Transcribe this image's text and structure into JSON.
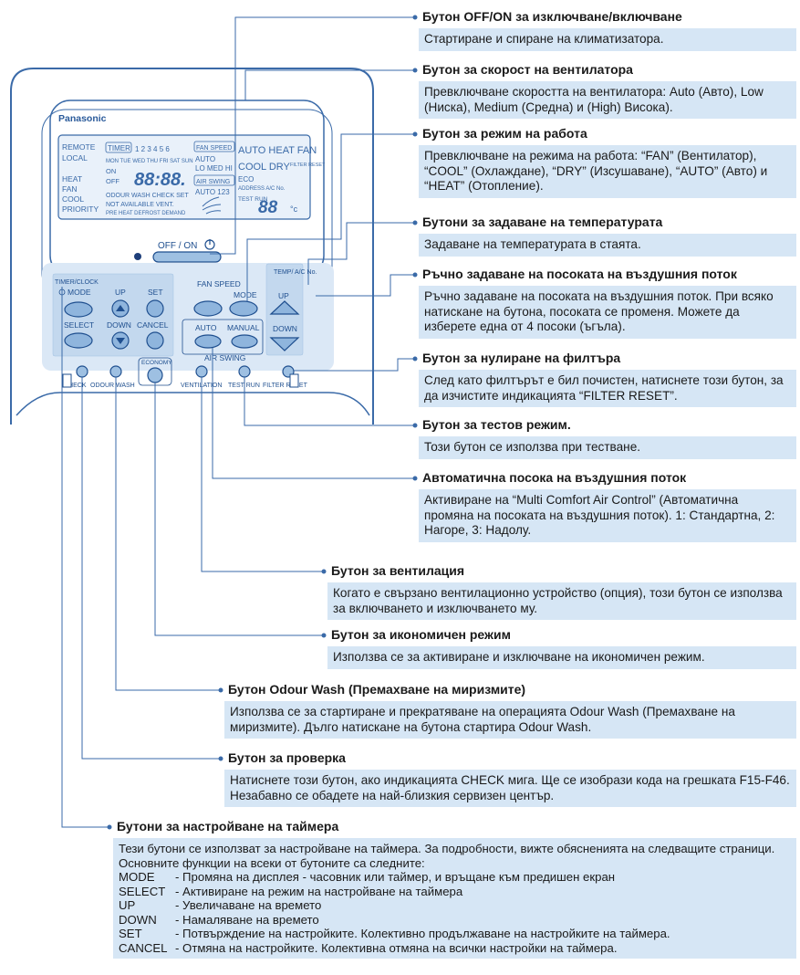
{
  "colors": {
    "accent": "#3a6aa8",
    "box_fill": "#d6e6f5",
    "device_fill": "#dbe8f6"
  },
  "device": {
    "brand": "Panasonic",
    "lcd": {
      "remote": "REMOTE",
      "local": "LOCAL",
      "heat": "HEAT",
      "fan": "FAN",
      "cool": "COOL",
      "priority": "PRIORITY",
      "timer": "TIMER",
      "timer_numbers": "1 2 3 4 5 6",
      "days": "MON TUE WED THU FRI SAT SUN",
      "on": "ON",
      "off": "OFF",
      "clock": "88:88.",
      "odour_line": "ODOUR WASH CHECK SET",
      "not_avail": "NOT AVAILABLE VENT.",
      "preheat": "PRE HEAT DEFROST DEMAND",
      "fan_speed": "FAN SPEED",
      "auto": "AUTO",
      "lo_med_hi": "LO MED HI",
      "air_swing": "AIR SWING",
      "auto123": "AUTO 123",
      "modes_line1": "AUTO HEAT FAN",
      "modes_line2": "COOL DRY",
      "filter_reset": "FILTER RESET",
      "eco": "ECO",
      "address": "ADDRESS A/C No.",
      "test_run": "TEST RUN",
      "temp": "88",
      "celsius": "°c"
    },
    "buttons": {
      "offon": "OFF / ON",
      "timer_clock": "TIMER/CLOCK",
      "mode_left": "MODE",
      "up": "UP",
      "set": "SET",
      "select": "SELECT",
      "down": "DOWN",
      "cancel": "CANCEL",
      "fan_speed": "FAN SPEED",
      "mode": "MODE",
      "temp": "TEMP/ A/C No.",
      "temp_up": "UP",
      "temp_down": "DOWN",
      "auto": "AUTO",
      "manual": "MANUAL",
      "air_swing": "AIR SWING",
      "check": "CHECK",
      "odour_wash": "ODOUR WASH",
      "economy": "ECONOMY",
      "ventilation": "VENTILATION",
      "test_run": "TEST RUN",
      "filter_reset": "FILTER RESET"
    }
  },
  "callouts": {
    "offon": {
      "title": "Бутон OFF/ON за изключване/включване",
      "desc": "Стартиране и спиране на климатизатора."
    },
    "fan_speed": {
      "title": "Бутон за скорост на вентилатора",
      "desc": "Превключване скоростта на вентилатора: Auto (Авто), Low (Ниска), Medium (Средна) и (High) Висока)."
    },
    "mode": {
      "title": "Бутон за режим на работа",
      "desc": "Превключване на режима на работа: “FAN” (Вентилатор), “COOL” (Охлаждане), “DRY” (Изсушаване), “AUTO” (Авто) и “HEAT” (Отопление)."
    },
    "temp": {
      "title": "Бутони за задаване на температурата",
      "desc": "Задаване на температурата в стаята."
    },
    "manual_swing": {
      "title": "Ръчно задаване на посоката на въздушния поток",
      "desc": "Ръчно задаване на посоката на въздушния поток. При всяко натискане на бутона, посоката се променя. Можете да изберете една от 4 посоки (ъгъла)."
    },
    "filter": {
      "title": "Бутон за нулиране на филтъра",
      "desc": "След като филтърът е бил почистен, натиснете този бутон, за да изчистите индикацията “FILTER RESET”."
    },
    "test": {
      "title": "Бутон за тестов режим.",
      "desc": "Този бутон се използва при тестване."
    },
    "auto_swing": {
      "title": "Автоматична посока на въздушния поток",
      "desc": "Активиране на “Multi Comfort Air Control” (Автоматична промяна на посоката на въздушния поток). 1: Стандартна, 2: Нагоре, 3: Надолу."
    },
    "ventilation": {
      "title": "Бутон за вентилация",
      "desc": "Когато е свързано вентилационно устройство (опция), този бутон се използва за включването и изключването му."
    },
    "economy": {
      "title": "Бутон за икономичен режим",
      "desc": "Използва се за активиране и изключване на икономичен режим."
    },
    "odour": {
      "title": "Бутон Odour Wash (Премахване на миризмите)",
      "desc": "Използва се за стартиране и прекратяване на операцията Odour Wash (Премахване на миризмите). Дълго натискане на бутона стартира Odour Wash."
    },
    "check": {
      "title": "Бутон за проверка",
      "desc": "Натиснете този бутон, ако индикацията CHECK мига. Ще се изобрази кода на грешката F15-F46. Незабавно се обадете на най-близкия сервизен център."
    },
    "timer": {
      "title": "Бутони за настройване на таймера",
      "intro": "Тези бутони се използват за настройване на таймера. За подробности, вижте обясненията на следващите страници. Основните функции на всеки от бутоните са следните:",
      "items": [
        {
          "key": "MODE",
          "text": "- Промяна на дисплея - часовник или таймер, и връщане към предишен екран"
        },
        {
          "key": "SELECT",
          "text": "- Активиране на режим на настройване на таймера"
        },
        {
          "key": "UP",
          "text": "- Увеличаване на времето"
        },
        {
          "key": "DOWN",
          "text": "- Намаляване на времето"
        },
        {
          "key": "SET",
          "text": "- Потвърждение на настройките. Колективно продължаване на настройките на таймера."
        },
        {
          "key": "CANCEL",
          "text": "- Отмяна на настройките. Колективна отмяна на всички настройки на таймера."
        }
      ]
    }
  }
}
